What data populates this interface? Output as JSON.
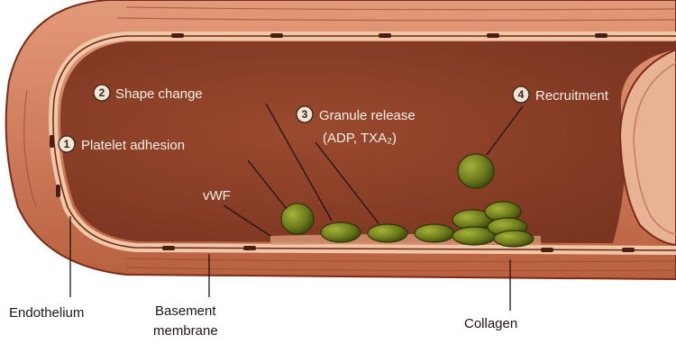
{
  "diagram": {
    "steps": [
      {
        "number": "1",
        "label": "Platelet adhesion"
      },
      {
        "number": "2",
        "label": "Shape change"
      },
      {
        "number": "3",
        "label": "Granule release"
      },
      {
        "number": "4",
        "label": "Recruitment"
      }
    ],
    "granule_sublabel": "(ADP, TXA₂)",
    "labels": {
      "vwf": "vWF",
      "endothelium": "Endothelium",
      "basement_line1": "Basement",
      "basement_line2": "membrane",
      "collagen": "Collagen"
    },
    "colors": {
      "vessel_wall": "#cf7d5c",
      "lumen": "#8b3e26",
      "platelet": "#6f7d1c",
      "badge": "#efe6d8"
    }
  }
}
